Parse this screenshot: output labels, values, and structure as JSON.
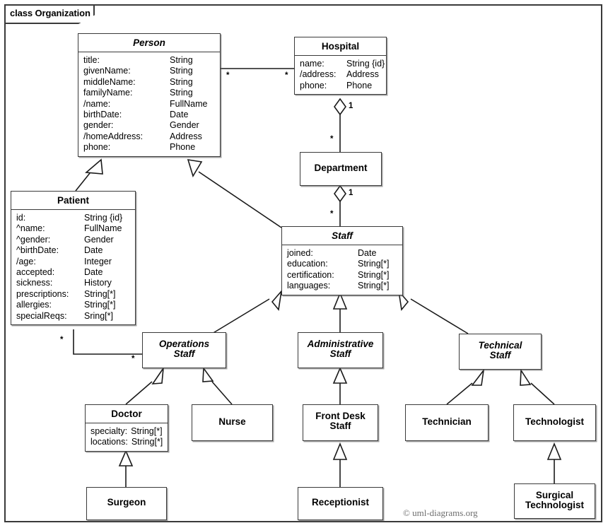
{
  "frame": {
    "label": "class Organization"
  },
  "watermark": {
    "text": "© uml-diagrams.org"
  },
  "classes": {
    "person": {
      "name": "Person",
      "attrs": [
        {
          "k": "title:",
          "v": "String"
        },
        {
          "k": "givenName:",
          "v": "String"
        },
        {
          "k": "middleName:",
          "v": "String"
        },
        {
          "k": "familyName:",
          "v": "String"
        },
        {
          "k": "/name:",
          "v": "FullName"
        },
        {
          "k": "birthDate:",
          "v": "Date"
        },
        {
          "k": "gender:",
          "v": "Gender"
        },
        {
          "k": "/homeAddress:",
          "v": "Address"
        },
        {
          "k": "phone:",
          "v": "Phone"
        }
      ]
    },
    "hospital": {
      "name": "Hospital",
      "attrs": [
        {
          "k": "name:",
          "v": "String {id}"
        },
        {
          "k": "/address:",
          "v": "Address"
        },
        {
          "k": "phone:",
          "v": "Phone"
        }
      ]
    },
    "department": {
      "name": "Department",
      "attrs": []
    },
    "patient": {
      "name": "Patient",
      "attrs": [
        {
          "k": "id:",
          "v": "String {id}"
        },
        {
          "k": "^name:",
          "v": "FullName"
        },
        {
          "k": "^gender:",
          "v": "Gender"
        },
        {
          "k": "^birthDate:",
          "v": "Date"
        },
        {
          "k": "/age:",
          "v": "Integer"
        },
        {
          "k": "accepted:",
          "v": "Date"
        },
        {
          "k": "sickness:",
          "v": "History"
        },
        {
          "k": "prescriptions:",
          "v": "String[*]"
        },
        {
          "k": "allergies:",
          "v": "String[*]"
        },
        {
          "k": "specialReqs:",
          "v": "Sring[*]"
        }
      ]
    },
    "staff": {
      "name": "Staff",
      "attrs": [
        {
          "k": "joined:",
          "v": "Date"
        },
        {
          "k": "education:",
          "v": "String[*]"
        },
        {
          "k": "certification:",
          "v": "String[*]"
        },
        {
          "k": "languages:",
          "v": "String[*]"
        }
      ]
    },
    "operations_staff": {
      "name": "Operations\nStaff",
      "line1": "Operations",
      "line2": "Staff"
    },
    "administrative_staff": {
      "name": "Administrative\nStaff",
      "line1": "Administrative",
      "line2": "Staff"
    },
    "technical_staff": {
      "name": "Technical\nStaff",
      "line1": "Technical",
      "line2": "Staff"
    },
    "doctor": {
      "name": "Doctor",
      "attrs": [
        {
          "k": "specialty:",
          "v": "String[*]"
        },
        {
          "k": "locations:",
          "v": "String[*]"
        }
      ]
    },
    "nurse": {
      "name": "Nurse"
    },
    "front_desk_staff": {
      "line1": "Front Desk",
      "line2": "Staff"
    },
    "technician": {
      "name": "Technician"
    },
    "technologist": {
      "name": "Technologist"
    },
    "surgeon": {
      "name": "Surgeon"
    },
    "receptionist": {
      "name": "Receptionist"
    },
    "surgical_technologist": {
      "line1": "Surgical",
      "line2": "Technologist"
    }
  },
  "multiplicities": {
    "person_hospital_left": "*",
    "person_hospital_right": "*",
    "hospital_department_top": "1",
    "hospital_department_bottom": "*",
    "department_staff_top": "1",
    "department_staff_bottom": "*",
    "patient_operations_left": "*",
    "patient_operations_right": "*"
  },
  "relationships": [
    {
      "type": "generalization",
      "from": "Patient",
      "to": "Person"
    },
    {
      "type": "generalization",
      "from": "Staff",
      "to": "Person"
    },
    {
      "type": "aggregation",
      "whole": "Hospital",
      "part": "Department"
    },
    {
      "type": "aggregation",
      "whole": "Department",
      "part": "Staff"
    },
    {
      "type": "association",
      "from": "Person",
      "to": "Hospital"
    },
    {
      "type": "association",
      "from": "Patient",
      "to": "Operations Staff"
    },
    {
      "type": "generalization",
      "from": "Operations Staff",
      "to": "Staff"
    },
    {
      "type": "generalization",
      "from": "Administrative Staff",
      "to": "Staff"
    },
    {
      "type": "generalization",
      "from": "Technical Staff",
      "to": "Staff"
    },
    {
      "type": "generalization",
      "from": "Doctor",
      "to": "Operations Staff"
    },
    {
      "type": "generalization",
      "from": "Nurse",
      "to": "Operations Staff"
    },
    {
      "type": "generalization",
      "from": "Front Desk Staff",
      "to": "Administrative Staff"
    },
    {
      "type": "generalization",
      "from": "Technician",
      "to": "Technical Staff"
    },
    {
      "type": "generalization",
      "from": "Technologist",
      "to": "Technical Staff"
    },
    {
      "type": "generalization",
      "from": "Surgeon",
      "to": "Doctor"
    },
    {
      "type": "generalization",
      "from": "Receptionist",
      "to": "Front Desk Staff"
    },
    {
      "type": "generalization",
      "from": "Surgical Technologist",
      "to": "Technologist"
    }
  ]
}
